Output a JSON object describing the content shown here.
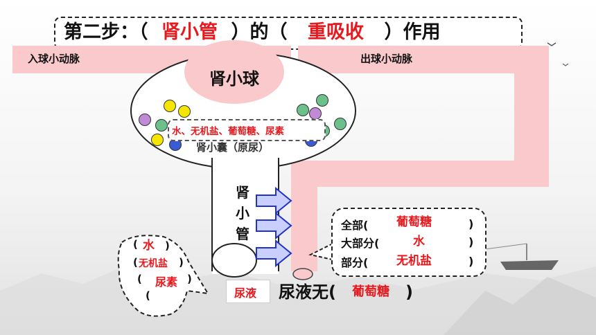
{
  "title": {
    "prefix": "第二步：（",
    "blank1": "肾小管",
    "middle": "）的（",
    "blank2": "重吸收",
    "suffix": "）作用"
  },
  "labels": {
    "afferent": "入球小动脉",
    "efferent": "出球小动脉",
    "glomerulus": "肾小球",
    "capsule": "肾小囊（原尿）",
    "filtrate_contents": "水、无机盐、葡萄糖、尿素",
    "tubule_chars": [
      "肾",
      "小",
      "管"
    ],
    "urine_tag": "尿液",
    "urine_without_prefix": "尿液无(",
    "urine_without_blank": "葡萄糖",
    "urine_without_suffix": ")"
  },
  "reabsorption": {
    "rows": [
      {
        "label": "全部(",
        "answer": "葡萄糖",
        "close": ")"
      },
      {
        "label": "大部分(",
        "answer": "水",
        "close": ")"
      },
      {
        "label": "部分(",
        "answer": "无机盐",
        "close": ")"
      }
    ]
  },
  "urine_contents": {
    "rows": [
      {
        "open": "(",
        "answer": "水",
        "close": ")"
      },
      {
        "open": "(",
        "answer": "无机盐",
        "close": ")"
      },
      {
        "open": "(",
        "answer": "尿素",
        "close": ")"
      },
      {
        "open": "(",
        "answer": "",
        "close": ""
      }
    ]
  },
  "colors": {
    "vessel": "#f9c9cc",
    "answer_red": "#e8191e",
    "arrow_fill": "#c9d0ff",
    "arrow_stroke": "#2232c8",
    "ball_yellow": "#f5e600",
    "ball_green": "#6cc08a",
    "ball_purple": "#c289d6",
    "ball_blue": "#3b5bd6"
  }
}
